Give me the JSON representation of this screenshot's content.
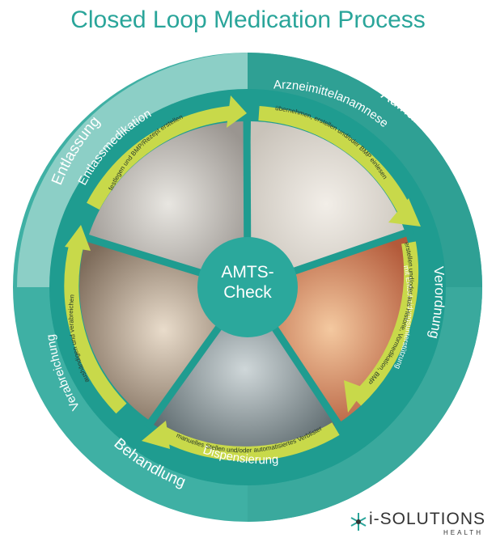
{
  "title": "Closed Loop Medication Process",
  "center": {
    "line1": "AMTS-",
    "line2": "Check"
  },
  "outer_labels": {
    "aufnahme": "Aufnahme",
    "verordnung": "Verordnung",
    "behandlung": "Behandlung",
    "entlassung": "Entlassung"
  },
  "ring_labels": {
    "arzneimittelanamnese": "Arzneimittelanamnese",
    "verordnung_sub": "mit Entscheidungsunterstützung",
    "dispensierung": "Dispensierung",
    "verabreichung": "Verabreichung",
    "entlassmedikation": "Entlassmedikation"
  },
  "arrow_labels": {
    "anamnese": "übernehmen, erstellen und/oder BMP einlesen",
    "verordnung": "erstellen und/oder aus Historie, Vormedikation, BMP",
    "dispensierung": "manuelles Stellen und/oder automatisiertes Verblistern",
    "verabreichung": "aushändigen und verabreichen",
    "entlass": "festlegen und BMP/Rezept erstellen"
  },
  "colors": {
    "title": "#2aa59a",
    "ring_outer": "#3fb0a4",
    "ring_inner": "#1f9c90",
    "arrow": "#c8d94a",
    "center": "#2ba89c"
  },
  "logo": {
    "brand": "i-SOLUTIONS",
    "sub": "HEALTH"
  }
}
